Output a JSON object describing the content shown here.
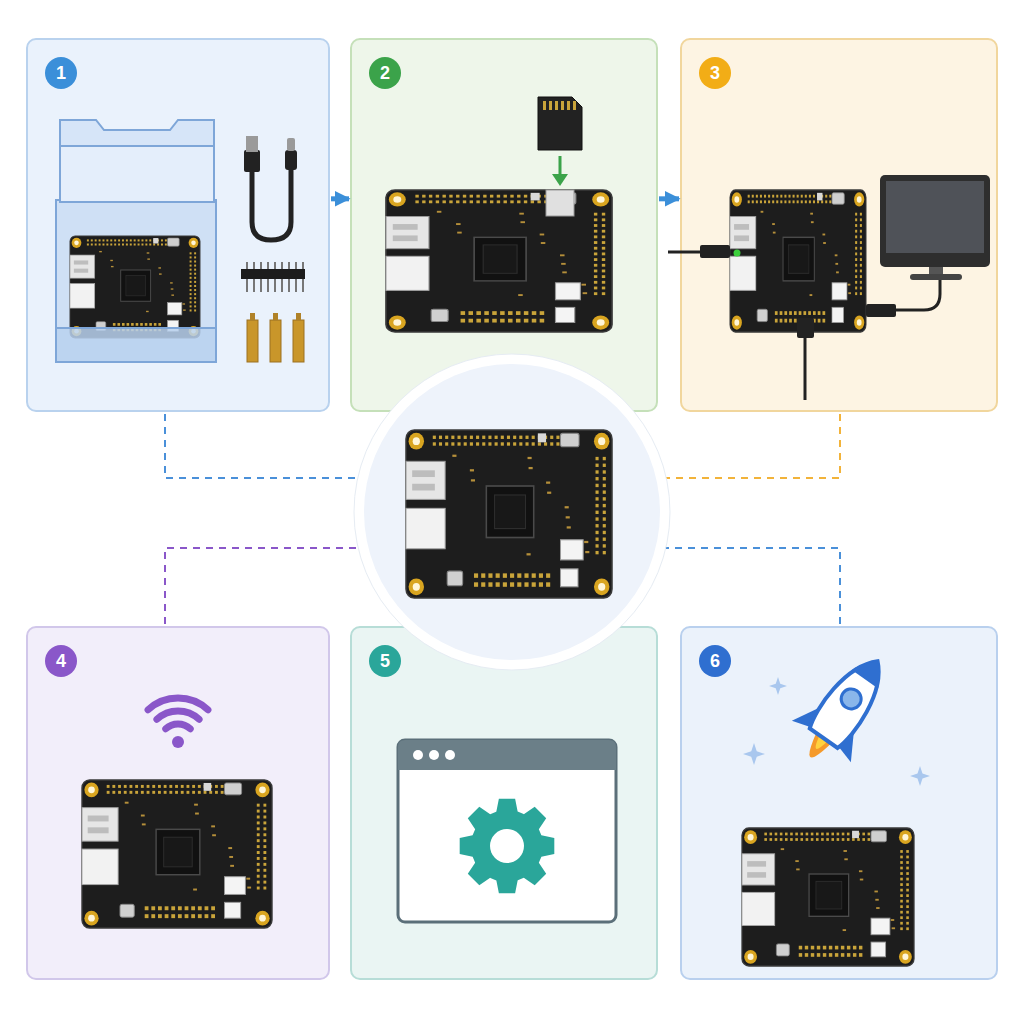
{
  "diagram": {
    "nodes": [
      {
        "text": [
          "1"
        ]
      },
      {
        "text": [
          "2"
        ]
      },
      {
        "text": [
          "3"
        ]
      },
      {
        "text": [
          "4"
        ]
      },
      {
        "text": [
          "5"
        ]
      },
      {
        "text": [
          "6"
        ]
      }
    ],
    "edges": [
      {
        "from": 0,
        "to": 1,
        "arrow": "to"
      },
      {
        "from": 1,
        "to": 2,
        "arrow": "to"
      }
    ]
  }
}
